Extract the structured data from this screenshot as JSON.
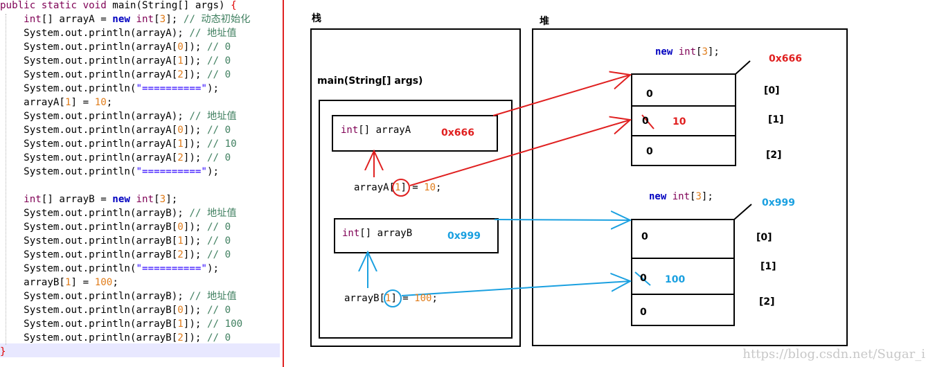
{
  "code": {
    "lines": [
      "public static void main(String[] args) {",
      "    int[] arrayA = new int[3]; // 动态初始化",
      "    System.out.println(arrayA); // 地址值",
      "    System.out.println(arrayA[0]); // 0",
      "    System.out.println(arrayA[1]); // 0",
      "    System.out.println(arrayA[2]); // 0",
      "    System.out.println(\"==========\");",
      "    arrayA[1] = 10;",
      "    System.out.println(arrayA); // 地址值",
      "    System.out.println(arrayA[0]); // 0",
      "    System.out.println(arrayA[1]); // 10",
      "    System.out.println(arrayA[2]); // 0",
      "    System.out.println(\"==========\");",
      "",
      "    int[] arrayB = new int[3];",
      "    System.out.println(arrayB); // 地址值",
      "    System.out.println(arrayB[0]); // 0",
      "    System.out.println(arrayB[1]); // 0",
      "    System.out.println(arrayB[2]); // 0",
      "    System.out.println(\"==========\");",
      "    arrayB[1] = 100;",
      "    System.out.println(arrayB); // 地址值",
      "    System.out.println(arrayB[0]); // 0",
      "    System.out.println(arrayB[1]); // 100",
      "    System.out.println(arrayB[2]); // 0",
      "}"
    ]
  },
  "diagram": {
    "stack_title": "栈",
    "heap_title": "堆",
    "main_frame_label": "main(String[] args)",
    "arrayA_var": "int[] arrayA",
    "arrayA_addr": "0x666",
    "arrayA_assign": "arrayA[1] = 10;",
    "arrayB_var": "int[] arrayB",
    "arrayB_addr": "0x999",
    "arrayB_assign": "arrayB[1] = 100;",
    "heapA": {
      "new_label": "new int[3];",
      "address": "0x666",
      "cells": [
        "0",
        "0",
        "0"
      ],
      "indices": [
        "[0]",
        "[1]",
        "[2]"
      ],
      "new_value": "10"
    },
    "heapB": {
      "new_label": "new int[3];",
      "address": "0x999",
      "cells": [
        "0",
        "0",
        "0"
      ],
      "indices": [
        "[0]",
        "[1]",
        "[2]"
      ],
      "new_value": "100"
    },
    "colors": {
      "arrayA": "#e02020",
      "arrayB": "#1aa0e0"
    }
  },
  "watermark": "https://blog.csdn.net/Sugar_i"
}
